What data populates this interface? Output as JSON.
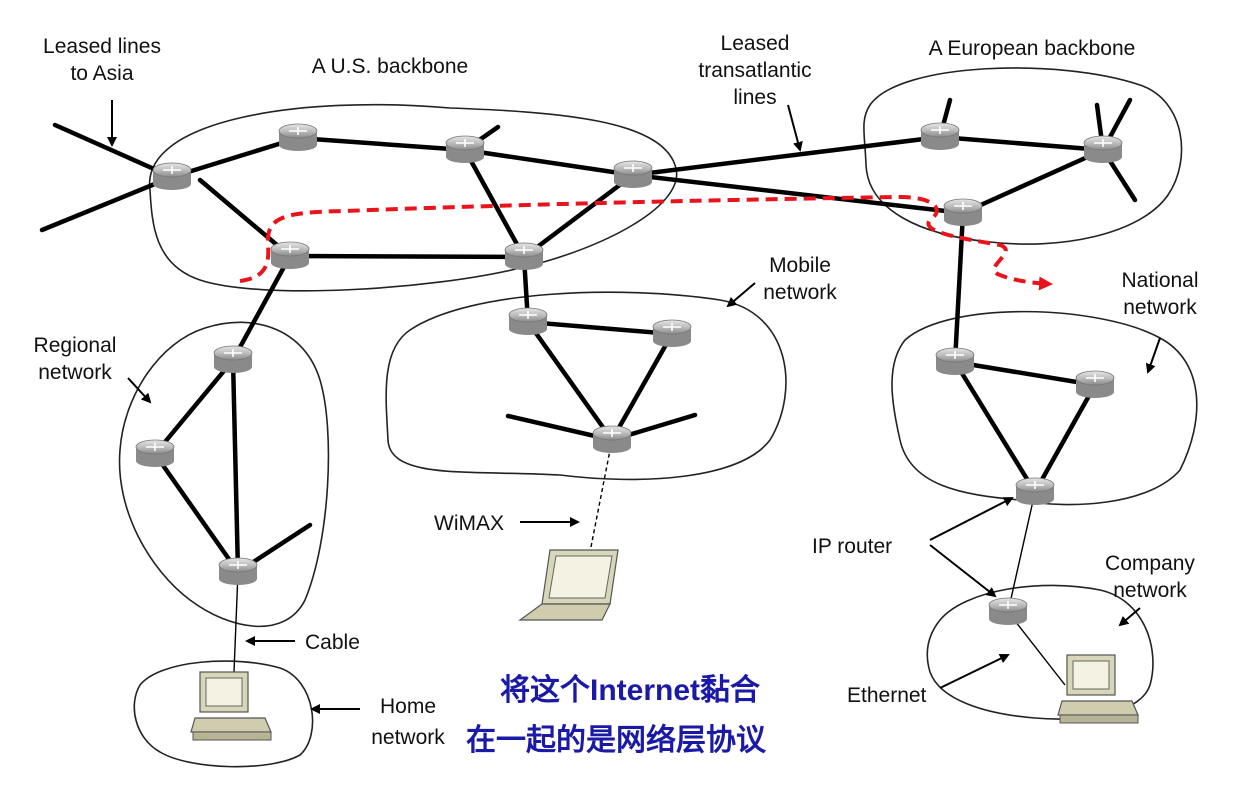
{
  "labels": {
    "leased_asia_1": "Leased lines",
    "leased_asia_2": "to Asia",
    "us_backbone": "A U.S. backbone",
    "leased_trans_1": "Leased",
    "leased_trans_2": "transatlantic",
    "leased_trans_3": "lines",
    "eu_backbone": "A European backbone",
    "mobile_1": "Mobile",
    "mobile_2": "network",
    "national_1": "National",
    "national_2": "network",
    "regional_1": "Regional",
    "regional_2": "network",
    "wimax": "WiMAX",
    "ip_router": "IP router",
    "company_1": "Company",
    "company_2": "network",
    "cable": "Cable",
    "home_1": "Home",
    "home_2": "network",
    "ethernet": "Ethernet"
  },
  "caption": {
    "line1_prefix": "将这个",
    "line1_word": "Internet",
    "line1_suffix": "黏合",
    "line2": "在一起的是网络层协议",
    "color": "#1a1aa6"
  },
  "colors": {
    "path": "#e8141c",
    "router_fill": "#b9b9b9",
    "link": "#000000"
  }
}
